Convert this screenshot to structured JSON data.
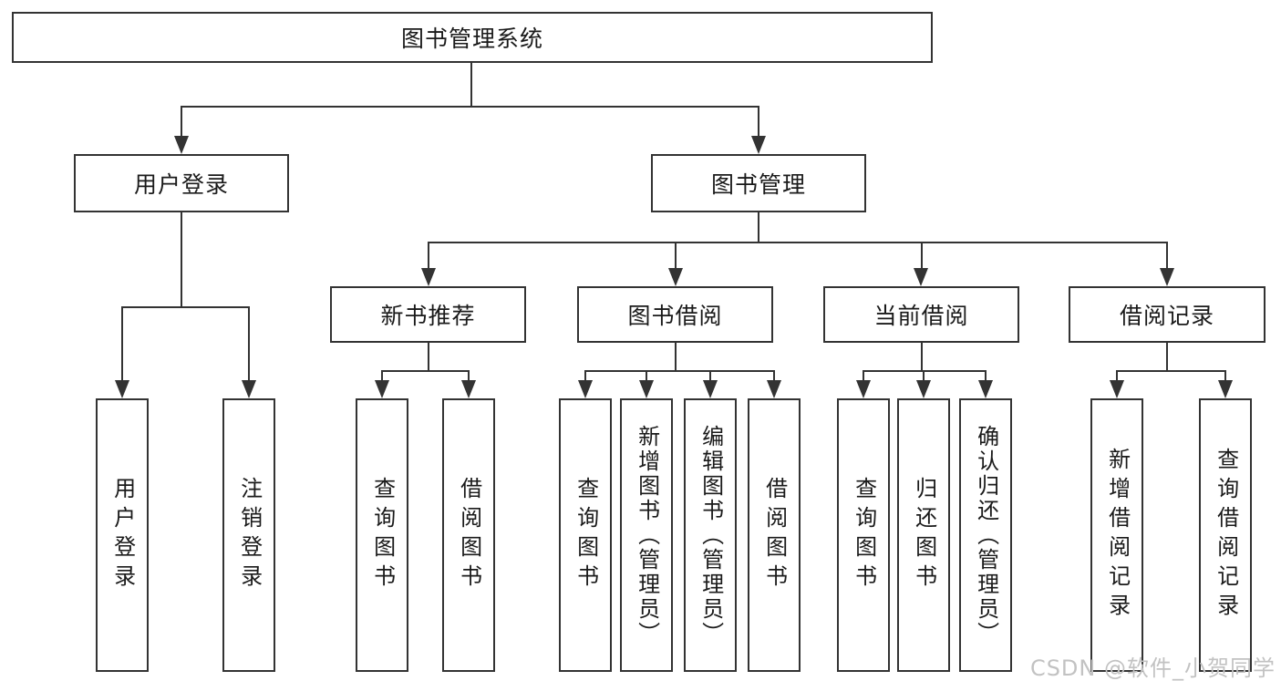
{
  "root": {
    "label": "图书管理系统"
  },
  "branches": {
    "login": {
      "label": "用户登录",
      "children": [
        {
          "label": "用户登录"
        },
        {
          "label": "注销登录"
        }
      ]
    },
    "management": {
      "label": "图书管理",
      "sections": [
        {
          "label": "新书推荐",
          "children": [
            {
              "label": "查询图书"
            },
            {
              "label": "借阅图书"
            }
          ]
        },
        {
          "label": "图书借阅",
          "children": [
            {
              "label": "查询图书"
            },
            {
              "label": "新增图书（管理员）"
            },
            {
              "label": "编辑图书（管理员）"
            },
            {
              "label": "借阅图书"
            }
          ]
        },
        {
          "label": "当前借阅",
          "children": [
            {
              "label": "查询图书"
            },
            {
              "label": "归还图书"
            },
            {
              "label": "确认归还（管理员）"
            }
          ]
        },
        {
          "label": "借阅记录",
          "children": [
            {
              "label": "新增借阅记录"
            },
            {
              "label": "查询借阅记录"
            }
          ]
        }
      ]
    }
  },
  "watermark": {
    "text": "CSDN @软件_小贺同学"
  },
  "colors": {
    "line": "#333333",
    "text": "#1a1a1a",
    "background": "#ffffff",
    "watermark": "#c2c2c2"
  }
}
